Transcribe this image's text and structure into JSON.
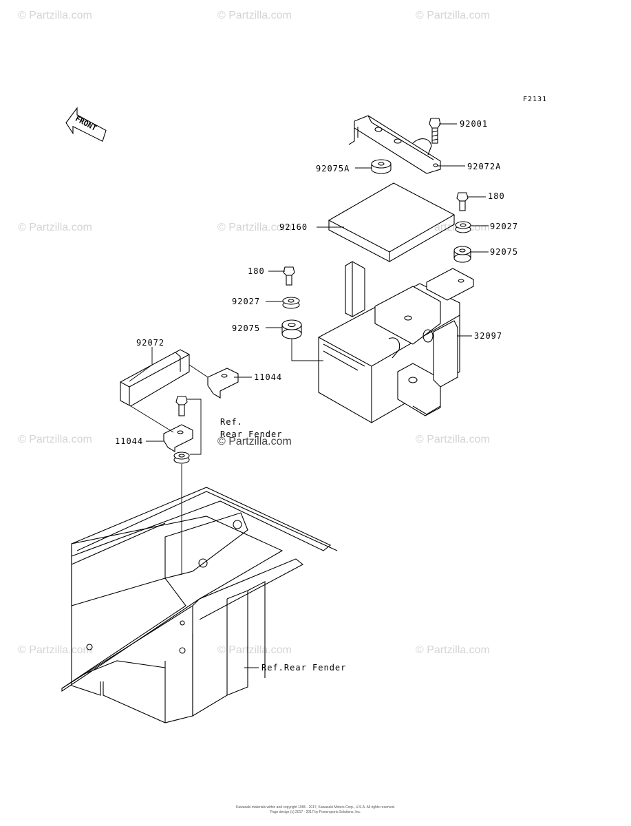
{
  "diagram_code": "F2131",
  "front_arrow_label": "FRONT",
  "watermark": "© Partzilla.com",
  "callouts": {
    "p92001": "92001",
    "p92072A": "92072A",
    "p92075A": "92075A",
    "p180_right": "180",
    "p92160": "92160",
    "p92027_right": "92027",
    "p92075_right": "92075",
    "p180_left": "180",
    "p92027_left": "92027",
    "p92075_left": "92075",
    "p32097": "32097",
    "p92072": "92072",
    "p11044_upper": "11044",
    "p11044_lower": "11044",
    "ref_rear_fender_1": "Ref.",
    "ref_rear_fender_2": "Rear Fender",
    "ref_rear_fender_bottom": "Ref.Rear Fender"
  },
  "footer": {
    "line1": "Kawasaki materials within and copyright 1995 - 2017, Kawasaki Motors Corp., U.S.A. All rights reserved.",
    "line2": "Page design (c) 2017 - 2017 by Powersports Solutions, Inc."
  }
}
